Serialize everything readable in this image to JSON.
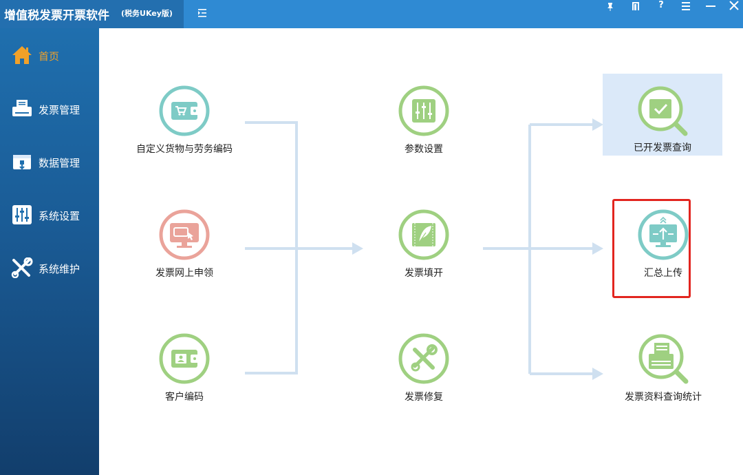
{
  "window": {
    "title": "增值税发票开票软件",
    "subtitle": "(税务UKey版)",
    "controls": [
      "pin-icon",
      "book-icon",
      "help-icon",
      "menu-icon",
      "minimize-icon",
      "close-icon"
    ],
    "help_glyph": "?"
  },
  "sidebar": {
    "items": [
      {
        "label": "首页",
        "icon": "home-icon",
        "active": true
      },
      {
        "label": "发票管理",
        "icon": "printer-icon"
      },
      {
        "label": "数据管理",
        "icon": "data-icon"
      },
      {
        "label": "系统设置",
        "icon": "sliders-icon"
      },
      {
        "label": "系统维护",
        "icon": "tools-icon"
      }
    ]
  },
  "flow": {
    "left": [
      {
        "label": "自定义货物与劳务编码",
        "icon": "wallet-cart-icon",
        "color": "#7ecbc6"
      },
      {
        "label": "发票网上申领",
        "icon": "monitor-tickets-icon",
        "color": "#eaa39a"
      },
      {
        "label": "客户编码",
        "icon": "wallet-person-icon",
        "color": "#9fd081"
      }
    ],
    "middle": [
      {
        "label": "参数设置",
        "icon": "sliders-icon",
        "color": "#9fd081"
      },
      {
        "label": "发票填开",
        "icon": "feather-icon",
        "color": "#9fd081"
      },
      {
        "label": "发票修复",
        "icon": "tools-icon",
        "color": "#9fd081"
      }
    ],
    "right": [
      {
        "label": "已开发票查询",
        "icon": "magnifier-check-icon",
        "color": "#9fd081",
        "highlighted": true
      },
      {
        "label": "汇总上传",
        "icon": "monitor-upload-icon",
        "color": "#7ecbc6",
        "boxed": true
      },
      {
        "label": "发票资料查询统计",
        "icon": "magnifier-docs-icon",
        "color": "#9fd081"
      }
    ]
  },
  "colors": {
    "titlebar": "#2f8ad3",
    "sidebar_top": "#1f6fae",
    "sidebar_bottom": "#123e6c",
    "active_nav": "#f1a129",
    "flow_line": "#cfe0f0",
    "highlight_bg": "#dbe9f9",
    "red_box": "#e2251f"
  }
}
